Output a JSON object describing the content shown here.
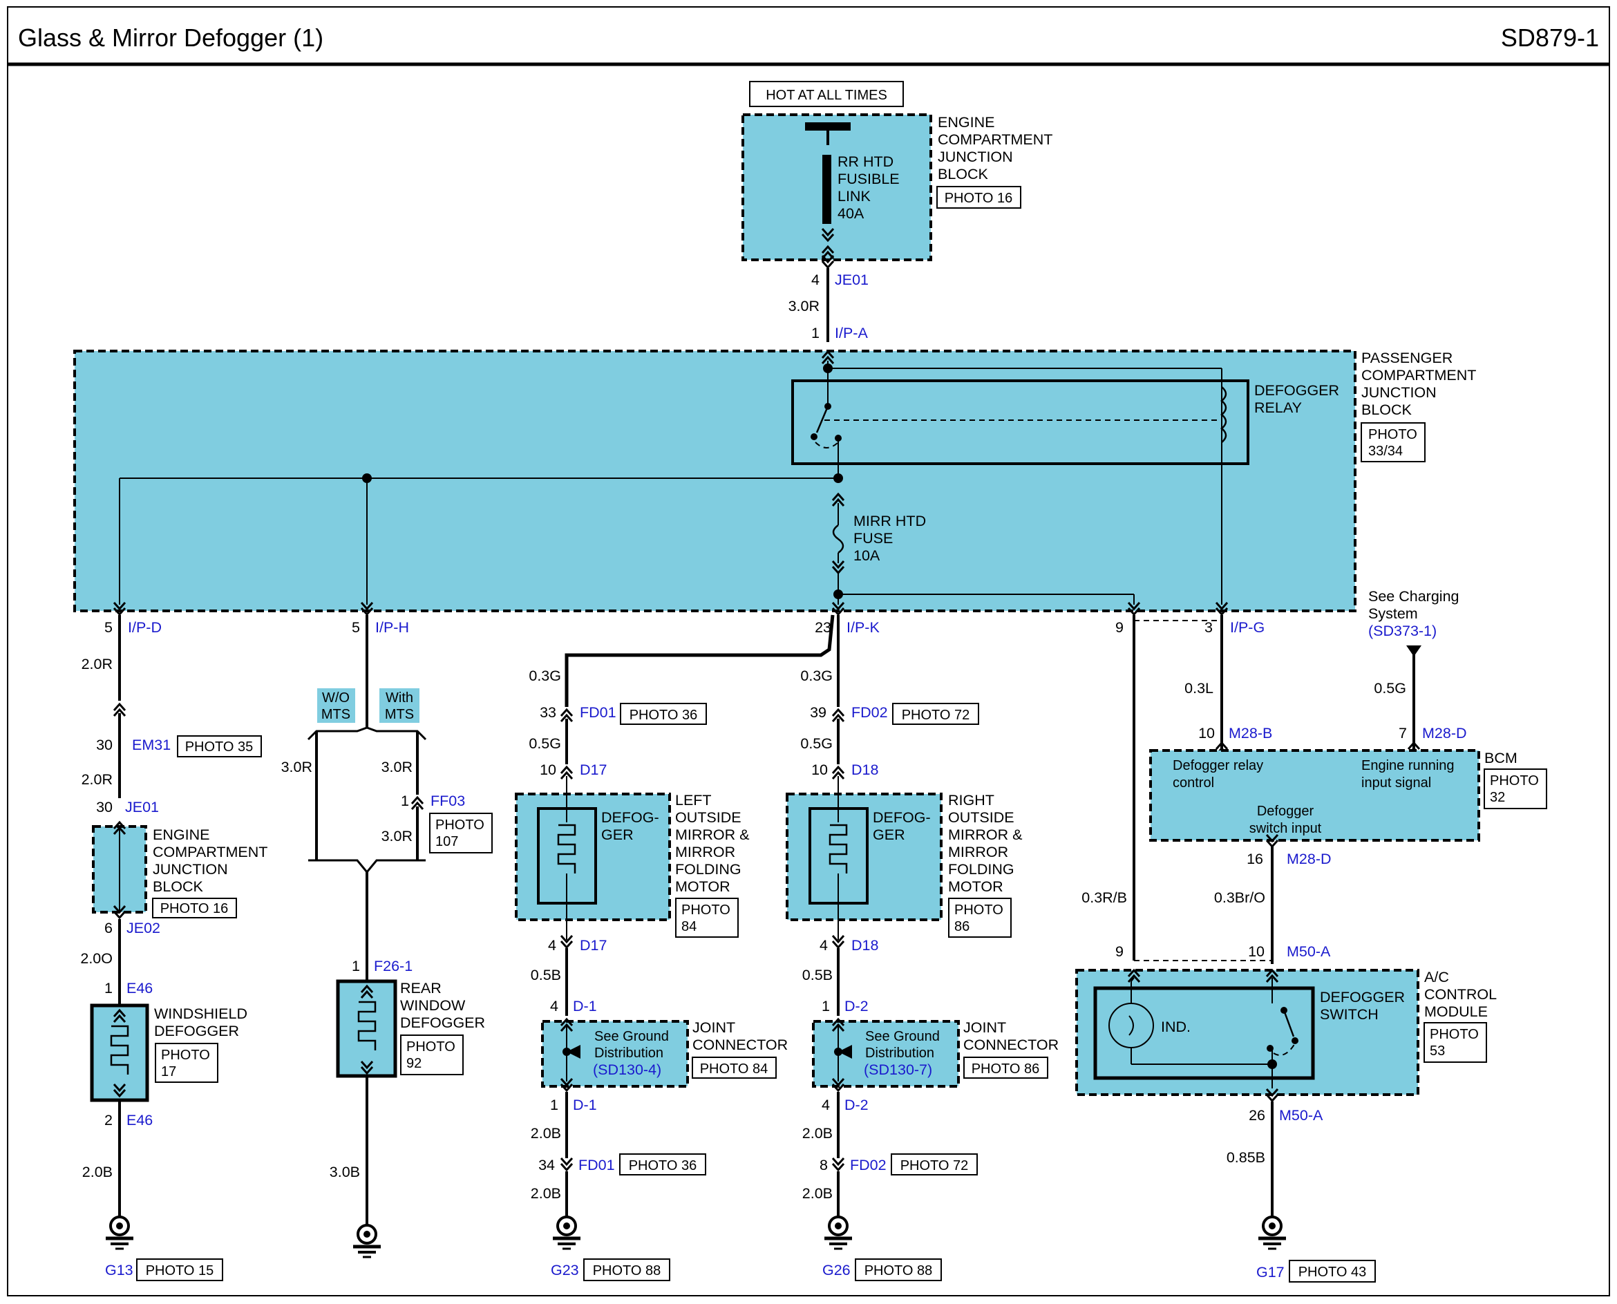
{
  "header": {
    "title": "Glass & Mirror Defogger (1)",
    "code": "SD879-1"
  },
  "hot": "HOT AT ALL TIMES",
  "ecjb_top": {
    "name": [
      "ENGINE",
      "COMPARTMENT",
      "JUNCTION",
      "BLOCK"
    ],
    "photo": "PHOTO 16",
    "fuse": [
      "RR HTD",
      "FUSIBLE",
      "LINK",
      "40A"
    ]
  },
  "top_wire": {
    "pin_je": "4",
    "code_je": "JE01",
    "color": "3.0R",
    "pin_ip": "1",
    "code_ip": "I/P-A"
  },
  "pcjb": {
    "name": [
      "PASSENGER",
      "COMPARTMENT",
      "JUNCTION",
      "BLOCK"
    ],
    "photo": [
      "PHOTO",
      "33/34"
    ],
    "relay": [
      "DEFOGGER",
      "RELAY"
    ],
    "fuse": [
      "MIRR HTD",
      "FUSE",
      "10A"
    ]
  },
  "charging": {
    "text": [
      "See Charging",
      "System"
    ],
    "link": "(SD373-1)"
  },
  "windshield": {
    "pin1": "5",
    "code1": "I/P-D",
    "c1": "2.0R",
    "pin2": "30",
    "code2": "EM31",
    "photo2": "PHOTO 35",
    "c2": "2.0R",
    "pin3": "30",
    "code3": "JE01",
    "ecjb": [
      "ENGINE",
      "COMPARTMENT",
      "JUNCTION",
      "BLOCK"
    ],
    "ecjb_photo": "PHOTO 16",
    "pin4": "6",
    "code4": "JE02",
    "c4": "2.0O",
    "pin5": "1",
    "code5": "E46",
    "name": [
      "WINDSHIELD",
      "DEFOGGER"
    ],
    "photo": [
      "PHOTO",
      "17"
    ],
    "pin6": "2",
    "code6": "E46",
    "c6": "2.0B",
    "ground": "G13",
    "gphoto": "PHOTO 15"
  },
  "rear": {
    "pin1": "5",
    "code1": "I/P-H",
    "wo": [
      "W/O",
      "MTS"
    ],
    "with": [
      "With",
      "MTS"
    ],
    "c_left": "3.0R",
    "c_right": "3.0R",
    "pin_ff": "1",
    "code_ff": "FF03",
    "photo_ff": [
      "PHOTO",
      "107"
    ],
    "c_right2": "3.0R",
    "pin_f": "1",
    "code_f": "F26-1",
    "name": [
      "REAR",
      "WINDOW",
      "DEFOGGER"
    ],
    "photo": [
      "PHOTO",
      "92"
    ],
    "c_gnd": "3.0B"
  },
  "left_mirror": {
    "pin1": "23",
    "code1": "I/P-K",
    "c1": "0.3G",
    "pin2": "33",
    "code2": "FD01",
    "photo2": "PHOTO 36",
    "c2": "0.5G",
    "pin3": "10",
    "code3": "D17",
    "defog": [
      "DEFOG-",
      "GER"
    ],
    "name": [
      "LEFT",
      "OUTSIDE",
      "MIRROR &",
      "MIRROR",
      "FOLDING",
      "MOTOR"
    ],
    "photo": [
      "PHOTO",
      "84"
    ],
    "pin4": "4",
    "code4": "D17",
    "c4": "0.5B",
    "pin5": "4",
    "code5": "D-1",
    "jc_text": [
      "See Ground",
      "Distribution"
    ],
    "jc_link": "(SD130-4)",
    "jc_name": [
      "JOINT",
      "CONNECTOR"
    ],
    "jc_photo": "PHOTO 84",
    "pin6": "1",
    "code6": "D-1",
    "c6": "2.0B",
    "pin7": "34",
    "code7": "FD01",
    "photo7": "PHOTO 36",
    "c7": "2.0B",
    "ground": "G23",
    "gphoto": "PHOTO 88"
  },
  "right_mirror": {
    "c1": "0.3G",
    "pin2": "39",
    "code2": "FD02",
    "photo2": "PHOTO 72",
    "c2": "0.5G",
    "pin3": "10",
    "code3": "D18",
    "defog": [
      "DEFOG-",
      "GER"
    ],
    "name": [
      "RIGHT",
      "OUTSIDE",
      "MIRROR &",
      "MIRROR",
      "FOLDING",
      "MOTOR"
    ],
    "photo": [
      "PHOTO",
      "86"
    ],
    "pin4": "4",
    "code4": "D18",
    "c4": "0.5B",
    "pin5": "1",
    "code5": "D-2",
    "jc_text": [
      "See Ground",
      "Distribution"
    ],
    "jc_link": "(SD130-7)",
    "jc_name": [
      "JOINT",
      "CONNECTOR"
    ],
    "jc_photo": "PHOTO 86",
    "pin6": "4",
    "code6": "D-2",
    "c6": "2.0B",
    "pin7": "8",
    "code7": "FD02",
    "photo7": "PHOTO 72",
    "c7": "2.0B",
    "ground": "G26",
    "gphoto": "PHOTO 88"
  },
  "control": {
    "pin9": "9",
    "pin3": "3",
    "code_g": "I/P-G",
    "c_l": "0.3L",
    "c_g": "0.5G",
    "pin10": "10",
    "code10": "M28-B",
    "pin7": "7",
    "code7": "M28-D",
    "bcm": "BCM",
    "bcm_photo": [
      "PHOTO",
      "32"
    ],
    "relay_ctrl": [
      "Defogger relay",
      "control"
    ],
    "engine": [
      "Engine running",
      "input signal"
    ],
    "sw_in": [
      "Defogger",
      "switch input"
    ],
    "pin16": "16",
    "code16": "M28-D",
    "c_rb": "0.3R/B",
    "c_bro": "0.3Br/O",
    "pin9b": "9",
    "pin10b": "10",
    "code10b": "M50-A",
    "ind": "IND.",
    "defsw": [
      "DEFOGGER",
      "SWITCH"
    ],
    "ac": [
      "A/C",
      "CONTROL",
      "MODULE"
    ],
    "ac_photo": [
      "PHOTO",
      "53"
    ],
    "pin26": "26",
    "code26": "M50-A",
    "c_085": "0.85B",
    "ground": "G17",
    "gphoto": "PHOTO 43"
  }
}
